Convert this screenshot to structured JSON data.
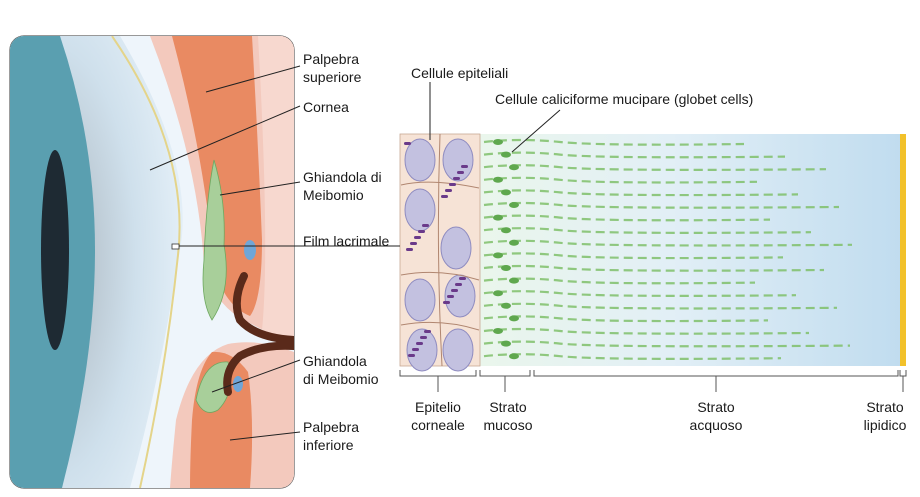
{
  "labels": {
    "palpebra_superiore": "Palpebra\nsuperiore",
    "cornea": "Cornea",
    "ghiandola_meibomio_sup": "Ghiandola di\nMeibomio",
    "film_lacrimale": "Film lacrimale",
    "ghiandola_meibomio_inf": "Ghiandola\ndi Meibomio",
    "palpebra_inferiore": "Palpebra\ninferiore",
    "cellule_epiteliali": "Cellule epiteliali",
    "cellule_caliciformi": "Cellule caliciforme mucipare (globet cells)",
    "epitelio_corneale": "Epitelio\ncorneale",
    "strato_mucoso": "Strato\nmucoso",
    "strato_acquoso": "Strato\nacquoso",
    "strato_lipidico": "Strato\nlipidico"
  },
  "colors": {
    "iris": "#5a9fb0",
    "pupil": "#1e2a33",
    "cornea": "#d6e6f3",
    "eyelid_muscle": "#e98a62",
    "eyelid_skin": "#f3c9bd",
    "gland": "#a8cf9a",
    "duct": "#5a2a1a",
    "epithelium": "#f6e3d6",
    "cell_nucleus": "#c3c1e0",
    "granule": "#6a3a8a",
    "mucus": "#7fbf6a",
    "aqueous": "#c7e0f1",
    "lipid": "#f2c12a"
  }
}
